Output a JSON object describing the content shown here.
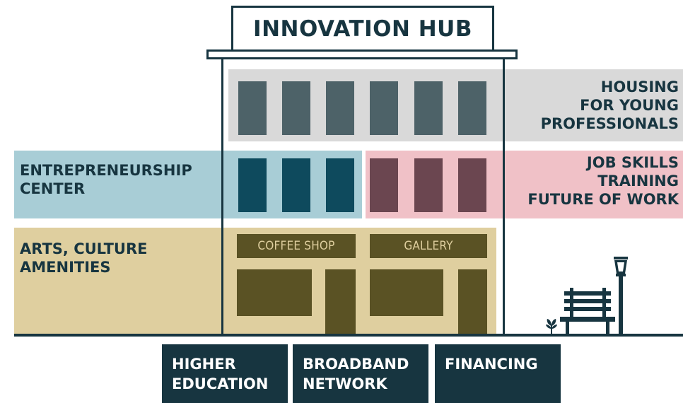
{
  "building": {
    "sign": "INNOVATION HUB"
  },
  "bands": {
    "housing": [
      "HOUSING",
      "FOR YOUNG",
      "PROFESSIONALS"
    ],
    "entrepreneurship": [
      "ENTREPRENEURSHIP",
      "CENTER"
    ],
    "jobs": [
      "JOB SKILLS",
      "TRAINING",
      "FUTURE OF WORK"
    ],
    "arts": [
      "ARTS, CULTURE",
      "AMENITIES"
    ]
  },
  "storefronts": {
    "coffee_shop": "COFFEE SHOP",
    "gallery": "GALLERY"
  },
  "foundation": {
    "higher_education": [
      "HIGHER",
      "EDUCATION"
    ],
    "broadband": [
      "BROADBAND",
      "NETWORK"
    ],
    "financing": [
      "FINANCING"
    ]
  },
  "colors": {
    "dark_teal": "#173540",
    "housing_band": "#d9d9d9",
    "entrepreneurship_band": "#a8cdd6",
    "jobs_band": "#f0c1c7",
    "arts_band": "#dfcf9f",
    "storefront": "#5a5224"
  },
  "icons": [
    "bench-icon",
    "street-lamp-icon",
    "plant-icon"
  ]
}
